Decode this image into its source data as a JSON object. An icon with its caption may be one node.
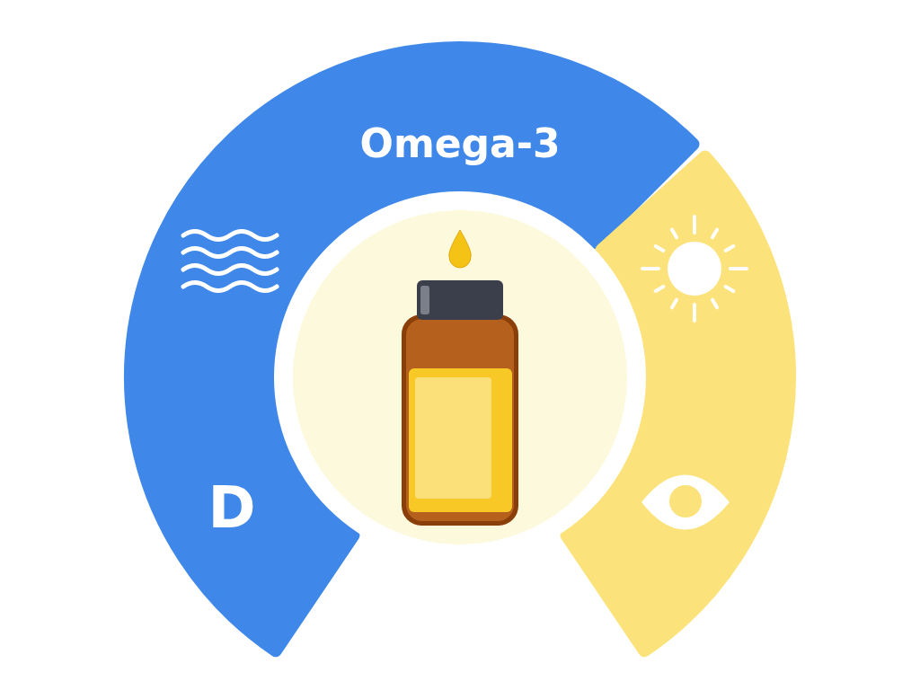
{
  "diagram": {
    "nodes": [
      {
        "text": [
          "Omega-3",
          "D"
        ]
      },
      {
        "text": [],
        "shape": "band"
      },
      {
        "text": [],
        "shape": "circle"
      },
      {
        "text": [],
        "shape": "picture",
        "in": 2
      }
    ]
  }
}
